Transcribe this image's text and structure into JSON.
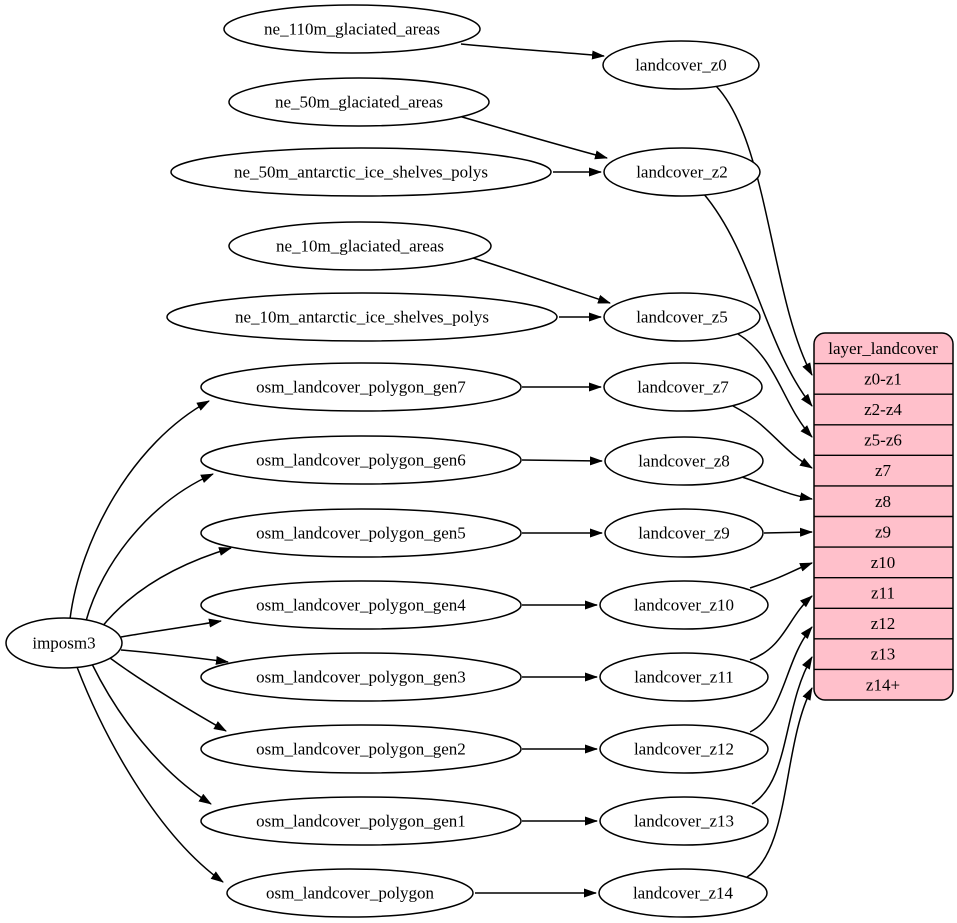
{
  "diagram": {
    "kind": "etl-dependency-graph",
    "colors": {
      "table_fill": "#ffc0cb",
      "node_fill": "#ffffff",
      "stroke": "#000000",
      "background": "#ffffff"
    },
    "nodes": {
      "imposm3": "imposm3",
      "ne_110m_glaciated_areas": "ne_110m_glaciated_areas",
      "ne_50m_glaciated_areas": "ne_50m_glaciated_areas",
      "ne_50m_antarctic_ice_shelves_polys": "ne_50m_antarctic_ice_shelves_polys",
      "ne_10m_glaciated_areas": "ne_10m_glaciated_areas",
      "ne_10m_antarctic_ice_shelves_polys": "ne_10m_antarctic_ice_shelves_polys",
      "osm_landcover_polygon_gen7": "osm_landcover_polygon_gen7",
      "osm_landcover_polygon_gen6": "osm_landcover_polygon_gen6",
      "osm_landcover_polygon_gen5": "osm_landcover_polygon_gen5",
      "osm_landcover_polygon_gen4": "osm_landcover_polygon_gen4",
      "osm_landcover_polygon_gen3": "osm_landcover_polygon_gen3",
      "osm_landcover_polygon_gen2": "osm_landcover_polygon_gen2",
      "osm_landcover_polygon_gen1": "osm_landcover_polygon_gen1",
      "osm_landcover_polygon": "osm_landcover_polygon",
      "landcover_z0": "landcover_z0",
      "landcover_z2": "landcover_z2",
      "landcover_z5": "landcover_z5",
      "landcover_z7": "landcover_z7",
      "landcover_z8": "landcover_z8",
      "landcover_z9": "landcover_z9",
      "landcover_z10": "landcover_z10",
      "landcover_z11": "landcover_z11",
      "landcover_z12": "landcover_z12",
      "landcover_z13": "landcover_z13",
      "landcover_z14": "landcover_z14"
    },
    "table": {
      "title": "layer_landcover",
      "rows": [
        "z0-z1",
        "z2-z4",
        "z5-z6",
        "z7",
        "z8",
        "z9",
        "z10",
        "z11",
        "z12",
        "z13",
        "z14+"
      ]
    },
    "edges": [
      {
        "from": "ne_110m_glaciated_areas",
        "to": "landcover_z0"
      },
      {
        "from": "ne_50m_glaciated_areas",
        "to": "landcover_z2"
      },
      {
        "from": "ne_50m_antarctic_ice_shelves_polys",
        "to": "landcover_z2"
      },
      {
        "from": "ne_10m_glaciated_areas",
        "to": "landcover_z5"
      },
      {
        "from": "ne_10m_antarctic_ice_shelves_polys",
        "to": "landcover_z5"
      },
      {
        "from": "osm_landcover_polygon_gen7",
        "to": "landcover_z7"
      },
      {
        "from": "osm_landcover_polygon_gen6",
        "to": "landcover_z8"
      },
      {
        "from": "osm_landcover_polygon_gen5",
        "to": "landcover_z9"
      },
      {
        "from": "osm_landcover_polygon_gen4",
        "to": "landcover_z10"
      },
      {
        "from": "osm_landcover_polygon_gen3",
        "to": "landcover_z11"
      },
      {
        "from": "osm_landcover_polygon_gen2",
        "to": "landcover_z12"
      },
      {
        "from": "osm_landcover_polygon_gen1",
        "to": "landcover_z13"
      },
      {
        "from": "osm_landcover_polygon",
        "to": "landcover_z14"
      },
      {
        "from": "imposm3",
        "to": "osm_landcover_polygon_gen7"
      },
      {
        "from": "imposm3",
        "to": "osm_landcover_polygon_gen6"
      },
      {
        "from": "imposm3",
        "to": "osm_landcover_polygon_gen5"
      },
      {
        "from": "imposm3",
        "to": "osm_landcover_polygon_gen4"
      },
      {
        "from": "imposm3",
        "to": "osm_landcover_polygon_gen3"
      },
      {
        "from": "imposm3",
        "to": "osm_landcover_polygon_gen2"
      },
      {
        "from": "imposm3",
        "to": "osm_landcover_polygon_gen1"
      },
      {
        "from": "imposm3",
        "to": "osm_landcover_polygon"
      },
      {
        "from": "landcover_z0",
        "to": "layer_landcover",
        "field": "z0-z1"
      },
      {
        "from": "landcover_z2",
        "to": "layer_landcover",
        "field": "z2-z4"
      },
      {
        "from": "landcover_z5",
        "to": "layer_landcover",
        "field": "z5-z6"
      },
      {
        "from": "landcover_z7",
        "to": "layer_landcover",
        "field": "z7"
      },
      {
        "from": "landcover_z8",
        "to": "layer_landcover",
        "field": "z8"
      },
      {
        "from": "landcover_z9",
        "to": "layer_landcover",
        "field": "z9"
      },
      {
        "from": "landcover_z10",
        "to": "layer_landcover",
        "field": "z10"
      },
      {
        "from": "landcover_z11",
        "to": "layer_landcover",
        "field": "z11"
      },
      {
        "from": "landcover_z12",
        "to": "layer_landcover",
        "field": "z12"
      },
      {
        "from": "landcover_z13",
        "to": "layer_landcover",
        "field": "z13"
      },
      {
        "from": "landcover_z14",
        "to": "layer_landcover",
        "field": "z14+"
      }
    ]
  }
}
